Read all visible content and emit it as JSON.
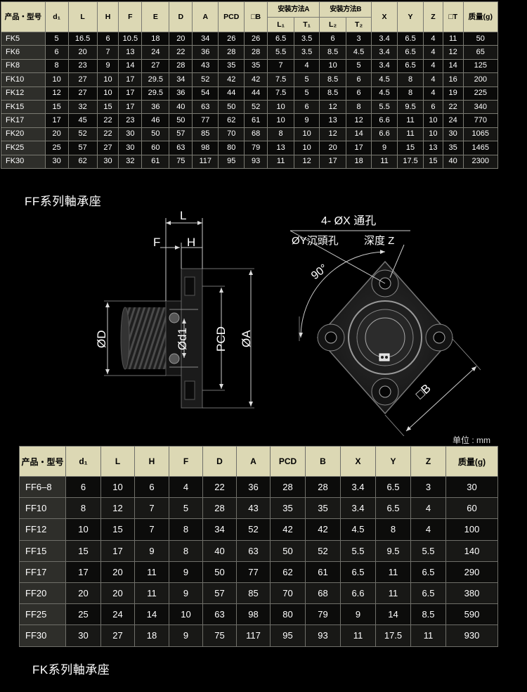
{
  "fk_table": {
    "headers": {
      "model": "产品・型号",
      "d1": "d₁",
      "L": "L",
      "H": "H",
      "F": "F",
      "E": "E",
      "D": "D",
      "A": "A",
      "PCD": "PCD",
      "B": "□B",
      "method_a": "安装方法A",
      "method_b": "安装方法B",
      "L1": "L₁",
      "T1": "T₁",
      "L2": "L₂",
      "T2": "T₂",
      "X": "X",
      "Y": "Y",
      "Z": "Z",
      "T": "□T",
      "weight": "质量(g)"
    },
    "rows": [
      [
        "FK5",
        "5",
        "16.5",
        "6",
        "10.5",
        "18",
        "20",
        "34",
        "26",
        "26",
        "6.5",
        "3.5",
        "6",
        "3",
        "3.4",
        "6.5",
        "4",
        "11",
        "50"
      ],
      [
        "FK6",
        "6",
        "20",
        "7",
        "13",
        "24",
        "22",
        "36",
        "28",
        "28",
        "5.5",
        "3.5",
        "8.5",
        "4.5",
        "3.4",
        "6.5",
        "4",
        "12",
        "65"
      ],
      [
        "FK8",
        "8",
        "23",
        "9",
        "14",
        "27",
        "28",
        "43",
        "35",
        "35",
        "7",
        "4",
        "10",
        "5",
        "3.4",
        "6.5",
        "4",
        "14",
        "125"
      ],
      [
        "FK10",
        "10",
        "27",
        "10",
        "17",
        "29.5",
        "34",
        "52",
        "42",
        "42",
        "7.5",
        "5",
        "8.5",
        "6",
        "4.5",
        "8",
        "4",
        "16",
        "200"
      ],
      [
        "FK12",
        "12",
        "27",
        "10",
        "17",
        "29.5",
        "36",
        "54",
        "44",
        "44",
        "7.5",
        "5",
        "8.5",
        "6",
        "4.5",
        "8",
        "4",
        "19",
        "225"
      ],
      [
        "FK15",
        "15",
        "32",
        "15",
        "17",
        "36",
        "40",
        "63",
        "50",
        "52",
        "10",
        "6",
        "12",
        "8",
        "5.5",
        "9.5",
        "6",
        "22",
        "340"
      ],
      [
        "FK17",
        "17",
        "45",
        "22",
        "23",
        "46",
        "50",
        "77",
        "62",
        "61",
        "10",
        "9",
        "13",
        "12",
        "6.6",
        "11",
        "10",
        "24",
        "770"
      ],
      [
        "FK20",
        "20",
        "52",
        "22",
        "30",
        "50",
        "57",
        "85",
        "70",
        "68",
        "8",
        "10",
        "12",
        "14",
        "6.6",
        "11",
        "10",
        "30",
        "1065"
      ],
      [
        "FK25",
        "25",
        "57",
        "27",
        "30",
        "60",
        "63",
        "98",
        "80",
        "79",
        "13",
        "10",
        "20",
        "17",
        "9",
        "15",
        "13",
        "35",
        "1465"
      ],
      [
        "FK30",
        "30",
        "62",
        "30",
        "32",
        "61",
        "75",
        "117",
        "95",
        "93",
        "11",
        "12",
        "17",
        "18",
        "11",
        "17.5",
        "15",
        "40",
        "2300"
      ]
    ]
  },
  "ff_section_title": "FF系列軸承座",
  "drawing_labels": {
    "L": "L",
    "F": "F",
    "H": "H",
    "D": "ØD",
    "d1": "Ød1",
    "PCD": "PCD",
    "A": "ØA",
    "holes": "4- ØX 通孔",
    "counterbore": "ØY沉頭孔",
    "depth": "深度 Z",
    "angle": "90°",
    "B": "□B"
  },
  "unit_note": "单位 : mm",
  "ff_table": {
    "headers": [
      "产品・型号",
      "d₁",
      "L",
      "H",
      "F",
      "D",
      "A",
      "PCD",
      "B",
      "X",
      "Y",
      "Z",
      "质量(g)"
    ],
    "rows": [
      [
        "FF6–8",
        "6",
        "10",
        "6",
        "4",
        "22",
        "36",
        "28",
        "28",
        "3.4",
        "6.5",
        "3",
        "30"
      ],
      [
        "FF10",
        "8",
        "12",
        "7",
        "5",
        "28",
        "43",
        "35",
        "35",
        "3.4",
        "6.5",
        "4",
        "60"
      ],
      [
        "FF12",
        "10",
        "15",
        "7",
        "8",
        "34",
        "52",
        "42",
        "42",
        "4.5",
        "8",
        "4",
        "100"
      ],
      [
        "FF15",
        "15",
        "17",
        "9",
        "8",
        "40",
        "63",
        "50",
        "52",
        "5.5",
        "9.5",
        "5.5",
        "140"
      ],
      [
        "FF17",
        "17",
        "20",
        "11",
        "9",
        "50",
        "77",
        "62",
        "61",
        "6.5",
        "11",
        "6.5",
        "290"
      ],
      [
        "FF20",
        "20",
        "20",
        "11",
        "9",
        "57",
        "85",
        "70",
        "68",
        "6.6",
        "11",
        "6.5",
        "380"
      ],
      [
        "FF25",
        "25",
        "24",
        "14",
        "10",
        "63",
        "98",
        "80",
        "79",
        "9",
        "14",
        "8.5",
        "590"
      ],
      [
        "FF30",
        "30",
        "27",
        "18",
        "9",
        "75",
        "117",
        "95",
        "93",
        "11",
        "17.5",
        "11",
        "930"
      ]
    ]
  },
  "fk_section_title": "FK系列軸承座"
}
